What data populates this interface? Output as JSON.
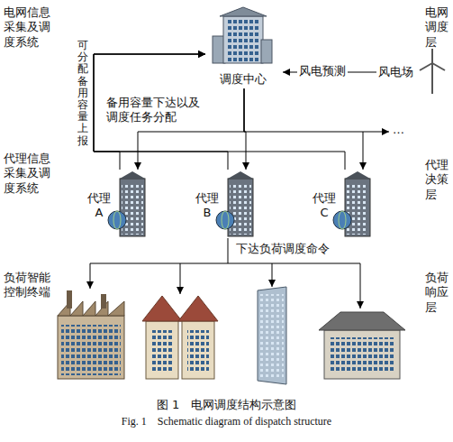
{
  "diagram": {
    "caption": "图 1　电网调度结构示意图",
    "nodes": [
      {
        "text": [
          "调度中心"
        ]
      },
      {
        "text": [
          "风电场"
        ]
      },
      {
        "text": [
          "代理 A"
        ]
      },
      {
        "text": [
          "代理 B"
        ]
      },
      {
        "text": [
          "代理 C"
        ]
      }
    ],
    "edges": [
      {
        "from": 1,
        "to": 0,
        "label": "风电预测",
        "arrow": "to"
      },
      {
        "from": 2,
        "to": 0,
        "label": "可分配备用容量上报",
        "arrow": "to"
      },
      {
        "from": 3,
        "to": 0,
        "arrow": "to"
      },
      {
        "from": 4,
        "to": 0,
        "arrow": "to"
      },
      {
        "from": 0,
        "to": 2,
        "label": "备用容量下达以及调度任务分配",
        "arrow": "to"
      },
      {
        "from": 0,
        "to": 3,
        "arrow": "to"
      },
      {
        "from": 0,
        "to": 4,
        "arrow": "to"
      }
    ],
    "labels": [
      "电网信息采集及调度系统",
      "代理信息采集及调度系统",
      "负荷智能控制终端",
      "电网调度层",
      "代理决策层",
      "负荷响应层",
      "…",
      "下达负荷调度命令",
      "Fig. 1　Schematic diagram of dispatch structure"
    ]
  }
}
